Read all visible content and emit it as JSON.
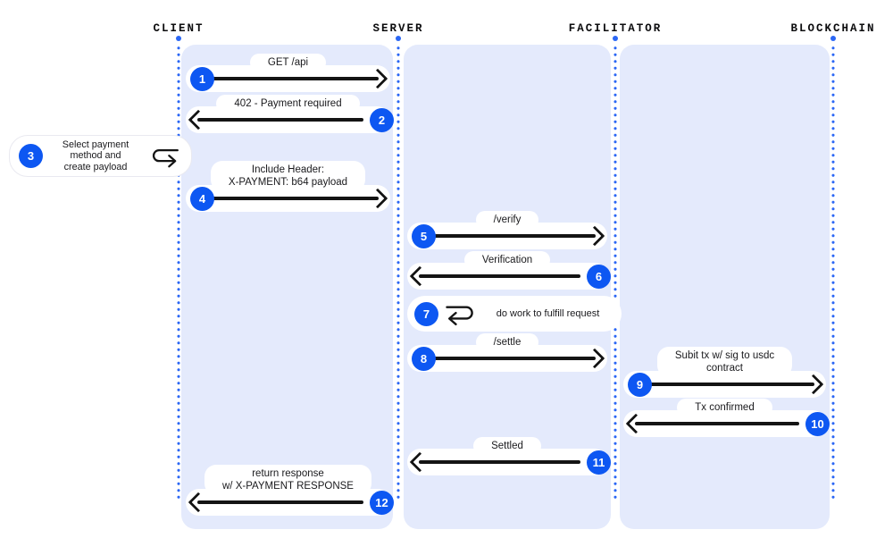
{
  "diagram": {
    "type": "sequence",
    "actors": [
      {
        "id": "client",
        "label": "CLIENT"
      },
      {
        "id": "server",
        "label": "SERVER"
      },
      {
        "id": "facilitator",
        "label": "FACILITATOR"
      },
      {
        "id": "blockchain",
        "label": "BLOCKCHAIN"
      }
    ],
    "messages": [
      {
        "num": "1",
        "label": "GET /api",
        "from": "client",
        "to": "server",
        "direction": "right"
      },
      {
        "num": "2",
        "label": "402 - Payment required",
        "from": "server",
        "to": "client",
        "direction": "left"
      },
      {
        "num": "3",
        "label": "Select payment\nmethod and\ncreate payload",
        "from": "client",
        "to": "client",
        "direction": "self"
      },
      {
        "num": "4",
        "label": "Include Header:\nX-PAYMENT: b64 payload",
        "from": "client",
        "to": "server",
        "direction": "right"
      },
      {
        "num": "5",
        "label": "/verify",
        "from": "server",
        "to": "facilitator",
        "direction": "right"
      },
      {
        "num": "6",
        "label": "Verification",
        "from": "facilitator",
        "to": "server",
        "direction": "left"
      },
      {
        "num": "7",
        "label": "do work to fulfill request",
        "from": "server",
        "to": "server",
        "direction": "self"
      },
      {
        "num": "8",
        "label": "/settle",
        "from": "server",
        "to": "facilitator",
        "direction": "right"
      },
      {
        "num": "9",
        "label": "Subit tx w/ sig to usdc\ncontract",
        "from": "facilitator",
        "to": "blockchain",
        "direction": "right"
      },
      {
        "num": "10",
        "label": "Tx confirmed",
        "from": "blockchain",
        "to": "facilitator",
        "direction": "left"
      },
      {
        "num": "11",
        "label": "Settled",
        "from": "facilitator",
        "to": "server",
        "direction": "left"
      },
      {
        "num": "12",
        "label": "return response\nw/ X-PAYMENT RESPONSE",
        "from": "server",
        "to": "client",
        "direction": "left"
      }
    ],
    "colors": {
      "accent_blue": "#0d57f2",
      "lifeline_blue": "#2b67f5",
      "panel_lavender": "#e4eafc",
      "arrow_black": "#141414"
    }
  }
}
